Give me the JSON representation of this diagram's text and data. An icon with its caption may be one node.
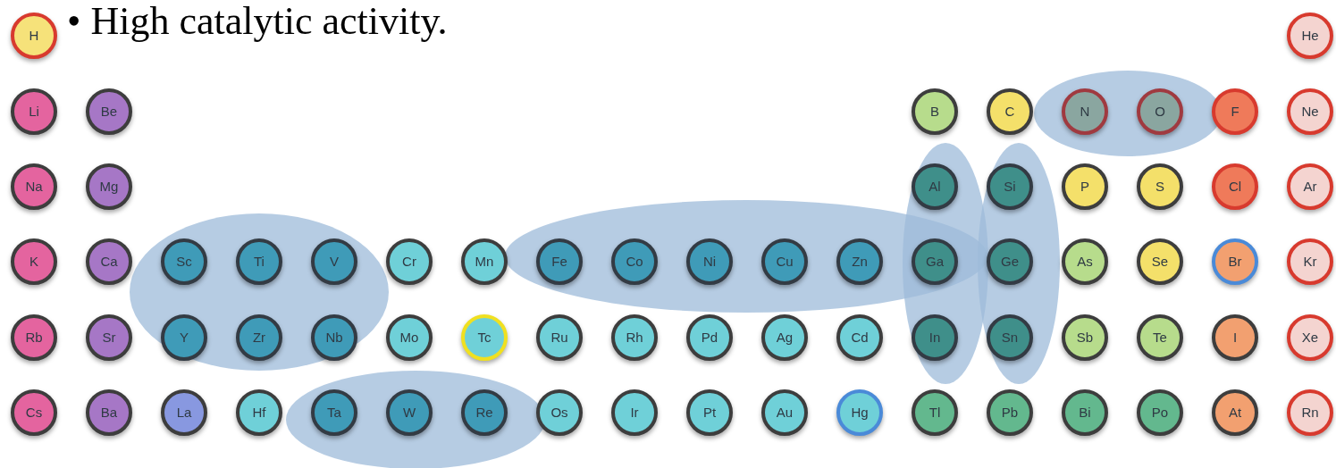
{
  "diagram": {
    "nodes": [
      {
        "text": [
          "H"
        ]
      },
      {
        "text": [
          "He"
        ]
      },
      {
        "text": [
          "Li"
        ]
      },
      {
        "text": [
          "Be"
        ]
      },
      {
        "text": [
          "B"
        ]
      },
      {
        "text": [
          "C"
        ]
      },
      {
        "text": [
          "N"
        ]
      },
      {
        "text": [
          "O"
        ]
      },
      {
        "text": [
          "F"
        ]
      },
      {
        "text": [
          "Ne"
        ]
      },
      {
        "text": [
          "Na"
        ]
      },
      {
        "text": [
          "Mg"
        ]
      },
      {
        "text": [
          "Al"
        ]
      },
      {
        "text": [
          "Si"
        ]
      },
      {
        "text": [
          "P"
        ]
      },
      {
        "text": [
          "S"
        ]
      },
      {
        "text": [
          "Cl"
        ]
      },
      {
        "text": [
          "Ar"
        ]
      },
      {
        "text": [
          "K"
        ]
      },
      {
        "text": [
          "Ca"
        ]
      },
      {
        "text": [
          "Sc"
        ]
      },
      {
        "text": [
          "Ti"
        ]
      },
      {
        "text": [
          "V"
        ]
      },
      {
        "text": [
          "Cr"
        ]
      },
      {
        "text": [
          "Mn"
        ]
      },
      {
        "text": [
          "Fe"
        ]
      },
      {
        "text": [
          "Co"
        ]
      },
      {
        "text": [
          "Ni"
        ]
      },
      {
        "text": [
          "Cu"
        ]
      },
      {
        "text": [
          "Zn"
        ]
      },
      {
        "text": [
          "Ga"
        ]
      },
      {
        "text": [
          "Ge"
        ]
      },
      {
        "text": [
          "As"
        ]
      },
      {
        "text": [
          "Se"
        ]
      },
      {
        "text": [
          "Br"
        ]
      },
      {
        "text": [
          "Kr"
        ]
      },
      {
        "text": [
          "Rb"
        ]
      },
      {
        "text": [
          "Sr"
        ]
      },
      {
        "text": [
          "Y"
        ]
      },
      {
        "text": [
          "Zr"
        ]
      },
      {
        "text": [
          "Nb"
        ]
      },
      {
        "text": [
          "Mo"
        ]
      },
      {
        "text": [
          "Tc"
        ]
      },
      {
        "text": [
          "Ru"
        ]
      },
      {
        "text": [
          "Rh"
        ]
      },
      {
        "text": [
          "Pd"
        ]
      },
      {
        "text": [
          "Ag"
        ]
      },
      {
        "text": [
          "Cd"
        ]
      },
      {
        "text": [
          "In"
        ]
      },
      {
        "text": [
          "Sn"
        ]
      },
      {
        "text": [
          "Sb"
        ]
      },
      {
        "text": [
          "Te"
        ]
      },
      {
        "text": [
          "I"
        ]
      },
      {
        "text": [
          "Xe"
        ]
      },
      {
        "text": [
          "Cs"
        ]
      },
      {
        "text": [
          "Ba"
        ]
      },
      {
        "text": [
          "La"
        ]
      },
      {
        "text": [
          "Hf"
        ]
      },
      {
        "text": [
          "Ta"
        ]
      },
      {
        "text": [
          "W"
        ]
      },
      {
        "text": [
          "Re"
        ]
      },
      {
        "text": [
          "Os"
        ]
      },
      {
        "text": [
          "Ir"
        ]
      },
      {
        "text": [
          "Pt"
        ]
      },
      {
        "text": [
          "Au"
        ]
      },
      {
        "text": [
          "Hg"
        ]
      },
      {
        "text": [
          "Tl"
        ]
      },
      {
        "text": [
          "Pb"
        ]
      },
      {
        "text": [
          "Bi"
        ]
      },
      {
        "text": [
          "Po"
        ]
      },
      {
        "text": [
          "At"
        ]
      },
      {
        "text": [
          "Rn"
        ]
      }
    ],
    "labels": [
      "• High catalytic activity."
    ]
  }
}
